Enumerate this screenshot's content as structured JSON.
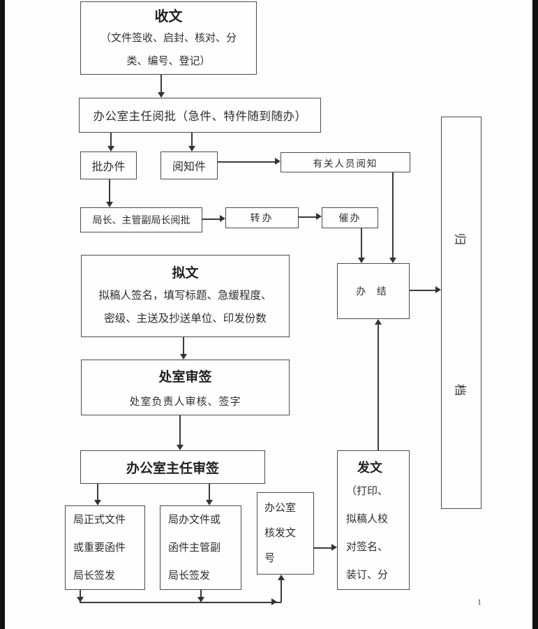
{
  "page": {
    "number": "1"
  },
  "colors": {
    "frame": "#111111",
    "line": "#3a3a3a",
    "border": "#4b4b4b",
    "text": "#2e2e2e"
  },
  "nodes": {
    "receive": {
      "title": "收文",
      "body": "（文件签收、启封、核对、分\n类、编号、登记）"
    },
    "director_review": {
      "label": "办公室主任阅批（急件、特件随到随办）"
    },
    "approval_item": {
      "label": "批办件"
    },
    "reading_item": {
      "label": "阅知件"
    },
    "related_staff": {
      "label": "有关人员阅知"
    },
    "bureau_chief_review": {
      "label": "局长、主管副局长阅批"
    },
    "transfer": {
      "label": "转办"
    },
    "urge": {
      "label": "催办"
    },
    "conclude": {
      "label": "办  结"
    },
    "draft": {
      "title": "拟文",
      "body": "拟稿人签名，填写标题、急缓程度、\n密级、主送及抄送单位、印发份数"
    },
    "office_sign": {
      "title": "处室审签",
      "body": "处室负责人审核、签字"
    },
    "director_sign": {
      "title": "办公室主任审签"
    },
    "official_issue": {
      "body": "局正式文件\n或重要函件\n局长签发"
    },
    "bureau_issue": {
      "body": "局办文件或\n函件主管副\n局长签发"
    },
    "doc_number": {
      "body": "办公室\n核发文\n号"
    },
    "dispatch": {
      "title": "发文",
      "body": "（打印、\n拟稿人校\n对签名、\n装订、分"
    },
    "archive": {
      "char1": "归",
      "char2": "档"
    }
  }
}
